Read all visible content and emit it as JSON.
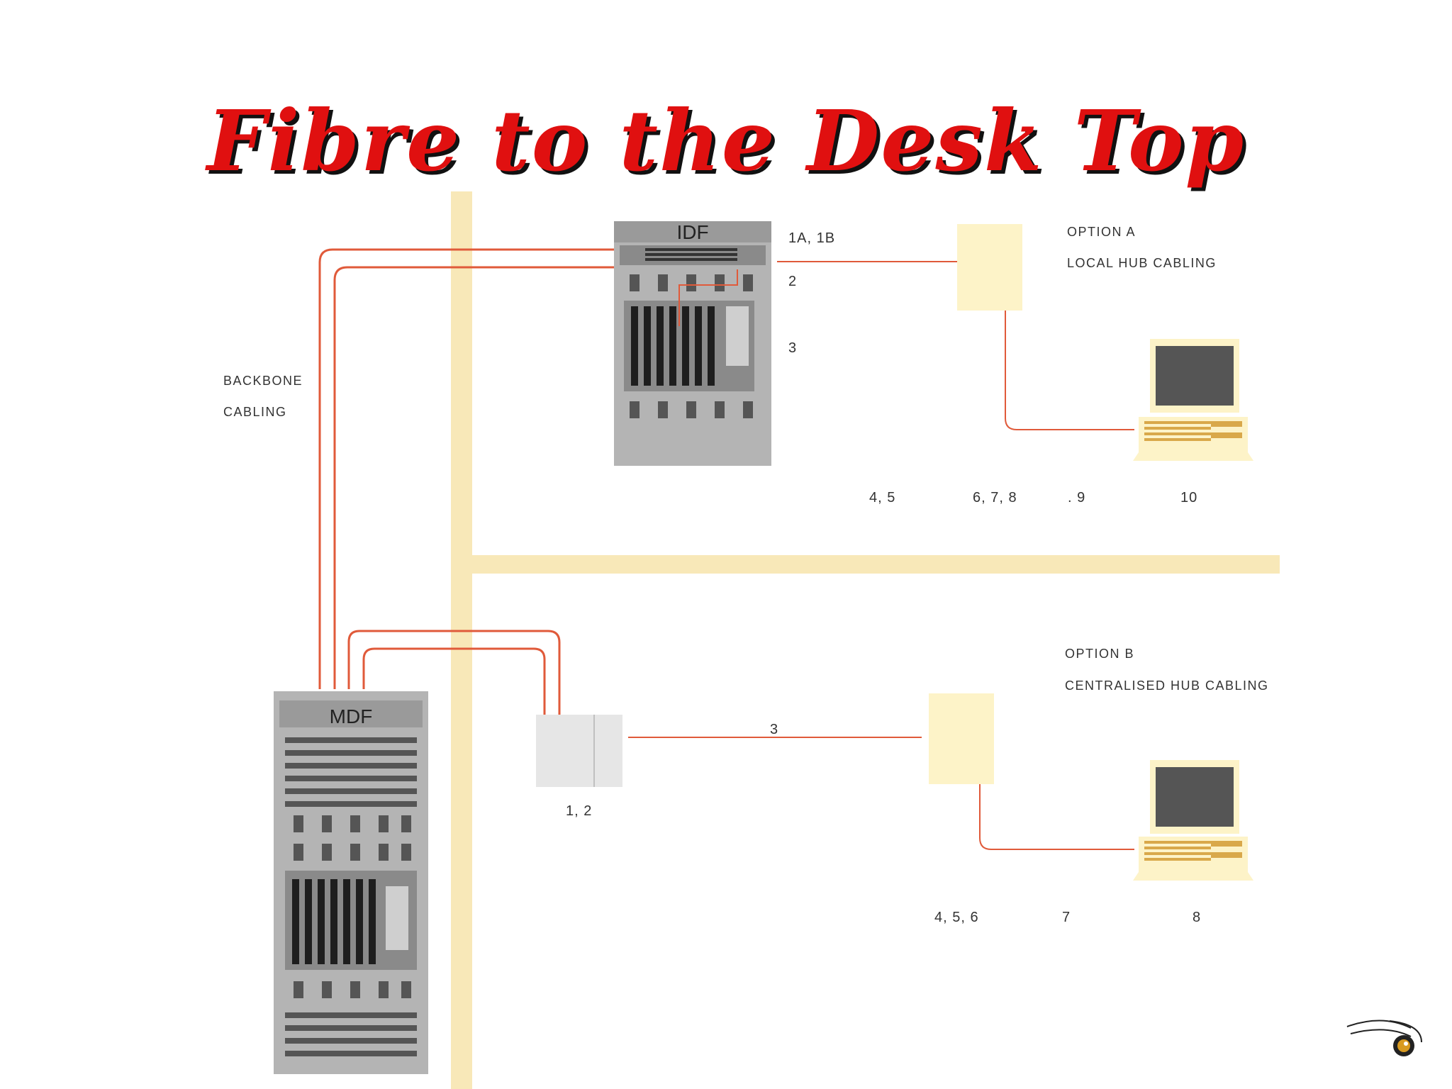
{
  "title": "Fibre to the Desk Top",
  "labels": {
    "idf": "IDF",
    "mdf": "MDF",
    "backbone_line1": "BACKBONE",
    "backbone_line2": "CABLING",
    "option_a": "OPTION A",
    "option_a_desc": "LOCAL HUB CABLING",
    "option_b": "OPTION B",
    "option_b_desc": "CENTRALISED HUB CABLING"
  },
  "numbers": {
    "idf_1a1b": "1A, 1B",
    "idf_2": "2",
    "idf_3": "3",
    "a_45": "4, 5",
    "a_678": "6, 7, 8",
    "a_9": ". 9",
    "a_10": "10",
    "b_3": "3",
    "b_12": "1, 2",
    "b_456": "4, 5, 6",
    "b_7": "7",
    "b_8": "8"
  },
  "colors": {
    "title": "#e01010",
    "cable": "#e05a3a",
    "building_band": "#f8e8b8",
    "rack": "#b4b4b4",
    "outlet": "#fdf3c8",
    "monitor_screen": "#555555"
  },
  "logo": "bird-logo"
}
